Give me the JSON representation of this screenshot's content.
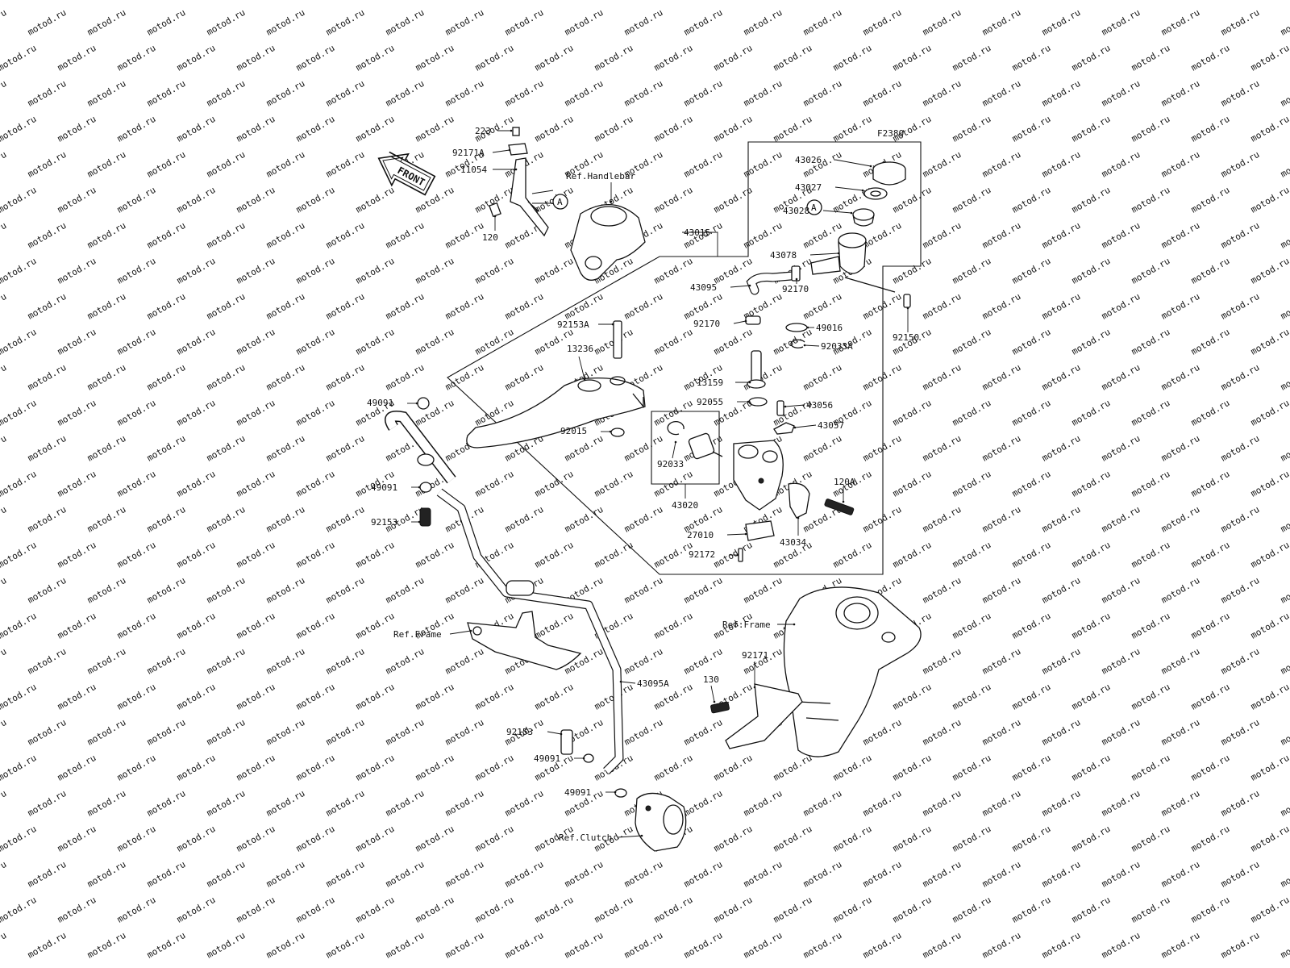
{
  "watermark": "motod.ru",
  "diagram_code": "F2380",
  "front_label": "FRONT",
  "group_label": "43015",
  "callout_A": "A",
  "labels": [
    {
      "id": "p223",
      "text": "223"
    },
    {
      "id": "p92171A",
      "text": "92171A"
    },
    {
      "id": "p11054",
      "text": "11054"
    },
    {
      "id": "p120",
      "text": "120"
    },
    {
      "id": "pHandlebar",
      "text": "Ref.Handlebar"
    },
    {
      "id": "p43026",
      "text": "43026"
    },
    {
      "id": "p43027",
      "text": "43027"
    },
    {
      "id": "p43028",
      "text": "43028"
    },
    {
      "id": "p43078",
      "text": "43078"
    },
    {
      "id": "p43095",
      "text": "43095"
    },
    {
      "id": "p92170a",
      "text": "92170"
    },
    {
      "id": "p92170b",
      "text": "92170"
    },
    {
      "id": "p92150",
      "text": "92150"
    },
    {
      "id": "p92153A",
      "text": "92153A"
    },
    {
      "id": "p13236",
      "text": "13236"
    },
    {
      "id": "p49016",
      "text": "49016"
    },
    {
      "id": "p92033A",
      "text": "92033A"
    },
    {
      "id": "p13159",
      "text": "13159"
    },
    {
      "id": "p92055",
      "text": "92055"
    },
    {
      "id": "p43056",
      "text": "43056"
    },
    {
      "id": "p43057",
      "text": "43057"
    },
    {
      "id": "p92015",
      "text": "92015"
    },
    {
      "id": "p92033",
      "text": "92033"
    },
    {
      "id": "p43020",
      "text": "43020"
    },
    {
      "id": "p120A",
      "text": "120A"
    },
    {
      "id": "p27010",
      "text": "27010"
    },
    {
      "id": "p43034",
      "text": "43034"
    },
    {
      "id": "p92172",
      "text": "92172"
    },
    {
      "id": "p49091a",
      "text": "49091"
    },
    {
      "id": "p49091b",
      "text": "49091"
    },
    {
      "id": "p92153a",
      "text": "92153"
    },
    {
      "id": "pFrameL",
      "text": "Ref.Frame"
    },
    {
      "id": "pFrameR",
      "text": "Ref.Frame"
    },
    {
      "id": "p92171",
      "text": "92171"
    },
    {
      "id": "p130",
      "text": "130"
    },
    {
      "id": "p43095A",
      "text": "43095A"
    },
    {
      "id": "p92153b",
      "text": "92153"
    },
    {
      "id": "p49091c",
      "text": "49091"
    },
    {
      "id": "p49091d",
      "text": "49091"
    },
    {
      "id": "pClutch",
      "text": "Ref.Clutch"
    }
  ]
}
